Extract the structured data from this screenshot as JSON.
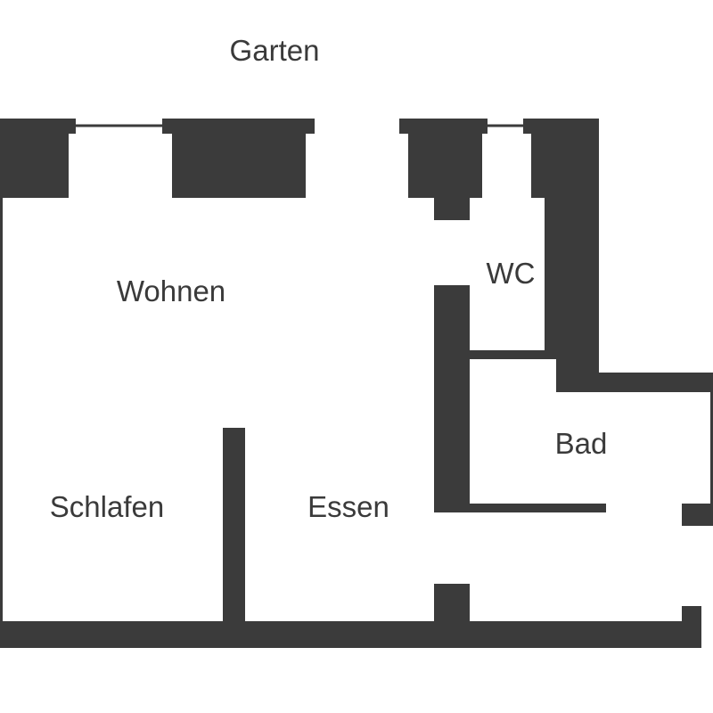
{
  "plan": {
    "wall_color": "#3b3b3b",
    "rooms": {
      "garden": "Garten",
      "living": "Wohnen",
      "bedroom": "Schlafen",
      "dining": "Essen",
      "wc": "WC",
      "bath": "Bad"
    }
  }
}
